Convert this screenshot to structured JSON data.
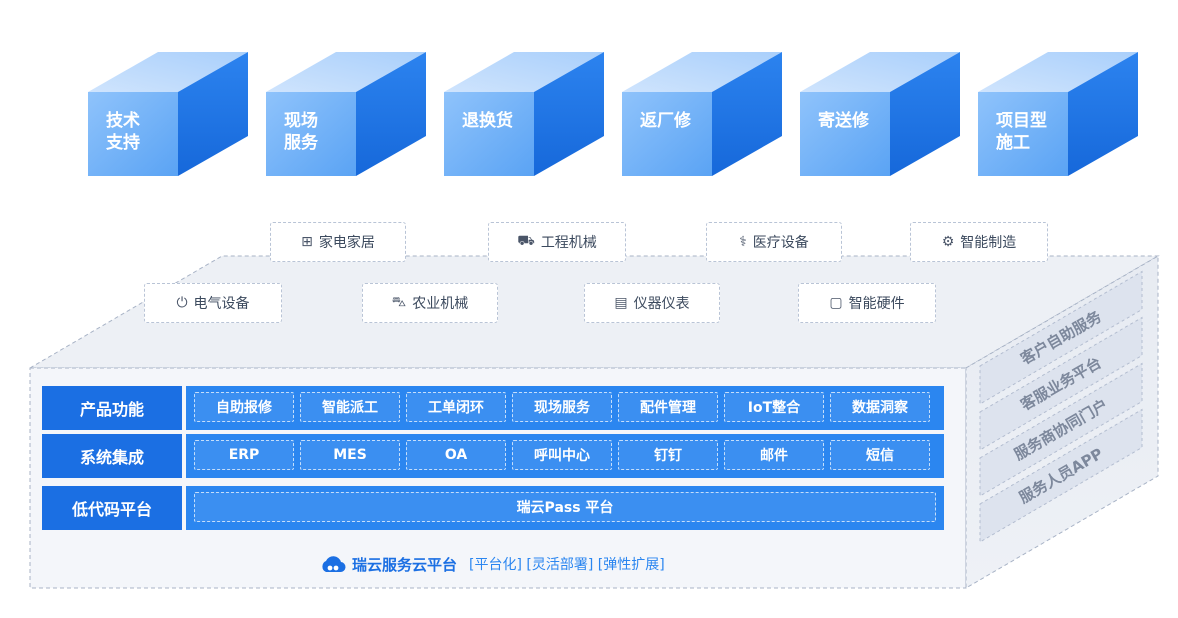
{
  "cubes": [
    {
      "label": "技术\n支持"
    },
    {
      "label": "现场\n服务"
    },
    {
      "label": "退换货"
    },
    {
      "label": "返厂修"
    },
    {
      "label": "寄送修"
    },
    {
      "label": "项目型\n施工"
    }
  ],
  "industries_row1": [
    {
      "label": "家电家居",
      "icon": "appliance-icon",
      "glyph": "⊞"
    },
    {
      "label": "工程机械",
      "icon": "excavator-icon",
      "glyph": "⛟"
    },
    {
      "label": "医疗设备",
      "icon": "stethoscope-icon",
      "glyph": "⚕"
    },
    {
      "label": "智能制造",
      "icon": "robot-arm-icon",
      "glyph": "⚙"
    }
  ],
  "industries_row2": [
    {
      "label": "电气设备",
      "icon": "power-icon",
      "glyph": "⏻"
    },
    {
      "label": "农业机械",
      "icon": "tractor-icon",
      "glyph": "⛍"
    },
    {
      "label": "仪器仪表",
      "icon": "meter-icon",
      "glyph": "▤"
    },
    {
      "label": "智能硬件",
      "icon": "device-icon",
      "glyph": "▢"
    }
  ],
  "rows": [
    {
      "title": "产品功能",
      "items": [
        "自助报修",
        "智能派工",
        "工单闭环",
        "现场服务",
        "配件管理",
        "IoT整合",
        "数据洞察"
      ]
    },
    {
      "title": "系统集成",
      "items": [
        "ERP",
        "MES",
        "OA",
        "呼叫中心",
        "钉钉",
        "邮件",
        "短信"
      ]
    },
    {
      "title": "低代码平台",
      "items": [
        "瑞云Pass 平台"
      ]
    }
  ],
  "side_items": [
    "客户自助服务",
    "客服业务平台",
    "服务商协同门户",
    "服务人员APP"
  ],
  "brand": {
    "name": "瑞云服务云平台",
    "tags": "[平台化] [灵活部署] [弹性扩展]",
    "icon": "cloud-logo-icon"
  },
  "colors": {
    "primary": "#1b6fe3",
    "secondary": "#2b86f0",
    "cube_front": "#6fb0f7",
    "cube_side": "#1f77ea",
    "platform": "#eef1f6"
  }
}
